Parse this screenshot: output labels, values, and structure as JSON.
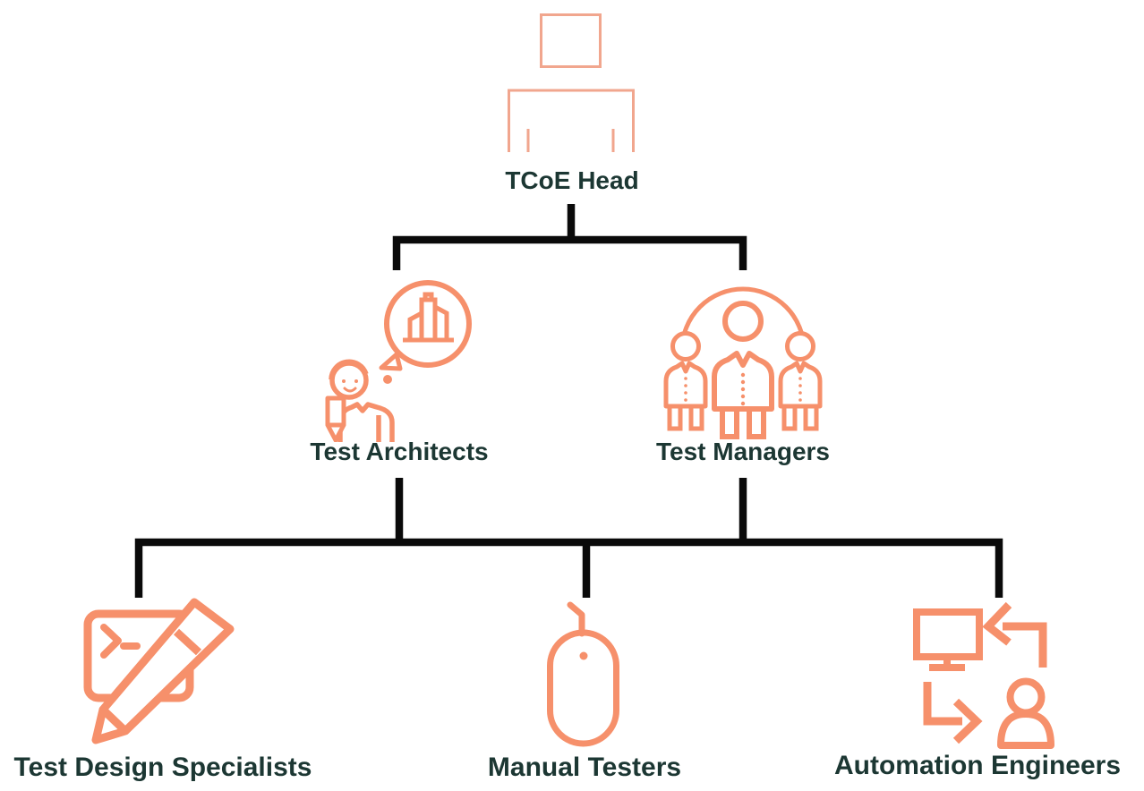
{
  "title": "TCoE organization structure diagram",
  "colors": {
    "accent": "#F6906B",
    "accent_light": "#F1A68E",
    "ink": "#1C3733",
    "line": "#0A0A0A",
    "background": "#FFFFFF"
  },
  "nodes": {
    "root": {
      "label": "TCoE Head",
      "icon": "person-bust-icon"
    },
    "level2": [
      {
        "label": "Test Architects",
        "icon": "architect-idea-icon"
      },
      {
        "label": "Test Managers",
        "icon": "team-icon"
      }
    ],
    "level3": [
      {
        "label": "Test Design Specialists",
        "icon": "terminal-pencil-icon"
      },
      {
        "label": "Manual Testers",
        "icon": "mouse-icon"
      },
      {
        "label": "Automation Engineers",
        "icon": "automation-cycle-icon"
      }
    ]
  }
}
